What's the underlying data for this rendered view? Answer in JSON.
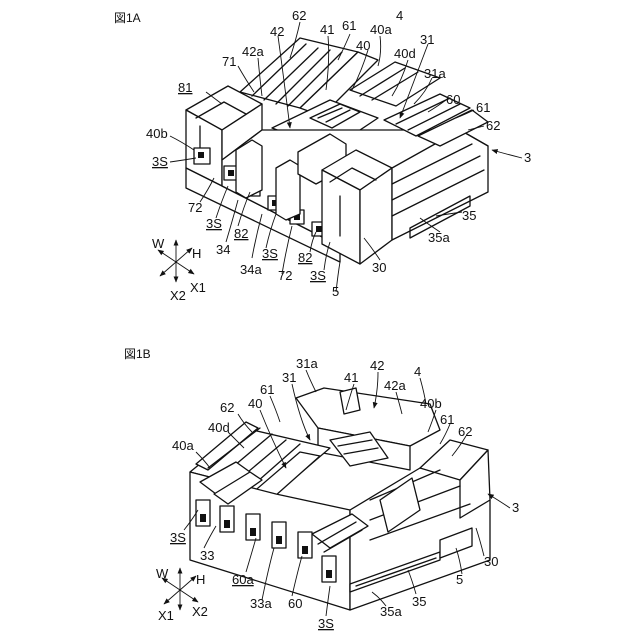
{
  "figures": [
    {
      "caption": "図1A",
      "labels": [
        "62",
        "41",
        "61",
        "40a",
        "4",
        "42",
        "40",
        "40d",
        "31",
        "42a",
        "31a",
        "71",
        "81",
        "60",
        "61",
        "62",
        "40b",
        "3",
        "3S",
        "72",
        "35",
        "3S",
        "34",
        "82",
        "35a",
        "3S",
        "82",
        "30",
        "34a",
        "72",
        "3S",
        "5"
      ],
      "axes": {
        "up": "W",
        "height": "H",
        "x1": "X1",
        "x2": "X2"
      }
    },
    {
      "caption": "図1B",
      "labels": [
        "31a",
        "42",
        "41",
        "31",
        "42a",
        "4",
        "61",
        "40",
        "40b",
        "62",
        "61",
        "62",
        "40d",
        "40a",
        "3",
        "3S",
        "33",
        "60a",
        "5",
        "35",
        "33a",
        "60",
        "35a",
        "3S",
        "30"
      ],
      "axes": {
        "up": "W",
        "height": "H",
        "x1": "X1",
        "x2": "X2"
      }
    }
  ]
}
